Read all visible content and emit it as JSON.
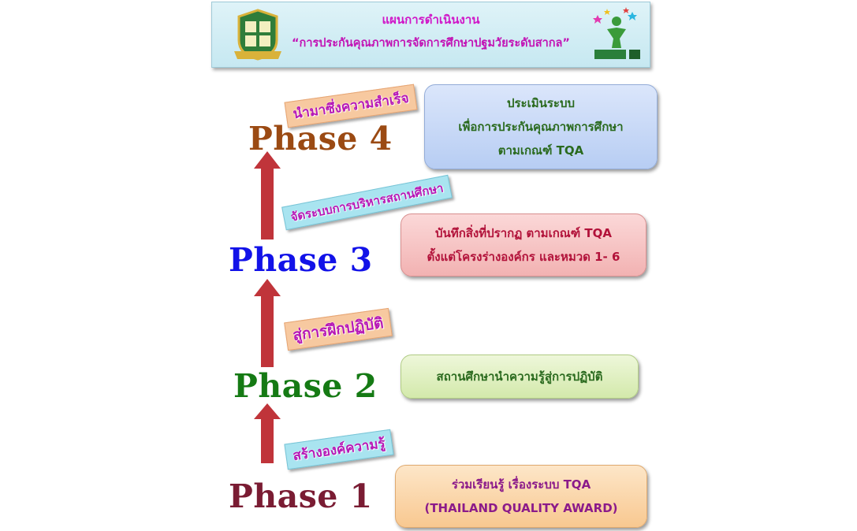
{
  "header": {
    "title_line1": "แผนการดำเนินงาน",
    "title_line2": "“การประกันคุณภาพการจัดการศึกษาปฐมวัยระดับสากล”"
  },
  "phases": [
    {
      "label": "Phase 4",
      "color": "#9b4a13"
    },
    {
      "label": "Phase 3",
      "color": "#1212e8"
    },
    {
      "label": "Phase 2",
      "color": "#157a14"
    },
    {
      "label": "Phase 1",
      "color": "#7a1c33"
    }
  ],
  "tags": [
    "นำมาซึ่งความสำเร็จ",
    "จัดระบบการบริหารสถานศึกษา",
    "สู่การฝึกปฏิบัติ",
    "สร้างองค์ความรู้"
  ],
  "boxes": {
    "phase4": {
      "line1": "ประเมินระบบ",
      "line2": "เพื่อการประกันคุณภาพการศึกษา",
      "line3": "ตามเกณฑ์ TQA",
      "text_color": "#2a6a1e"
    },
    "phase3": {
      "line1": "บันทึกสิ่งที่ปรากฏ ตามเกณฑ์ TQA",
      "line2": "ตั้งแต่โครงร่างองค์กร และหมวด 1- 6",
      "text_color": "#b2123a"
    },
    "phase2": {
      "line1": "สถานศึกษานำความรู้สู่การปฏิบัติ",
      "text_color": "#2a6a1e"
    },
    "phase1": {
      "line1": "ร่วมเรียนรู้ เรื่องระบบ TQA",
      "line2": "(THAILAND QUALITY AWARD)",
      "text_color": "#8b1a8a"
    }
  },
  "colors": {
    "arrow": "#c0343a",
    "tag_orange": "#f7c9a0",
    "tag_cyan": "#a9e4f0",
    "box_blue": "#c9daf6",
    "box_pink": "#f6c6c6",
    "box_green": "#e0f0c2",
    "box_orange": "#fbd9b0"
  }
}
